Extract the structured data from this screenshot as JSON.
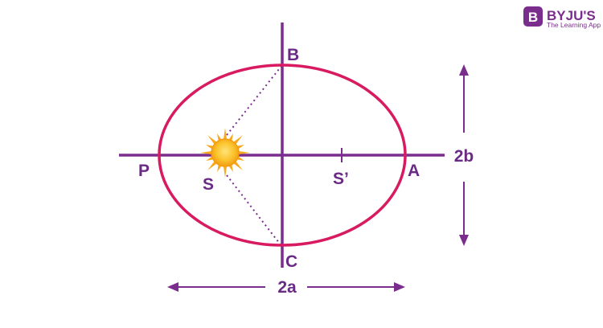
{
  "brand": {
    "name": "BYJU'S",
    "tagline": "The Learning App",
    "logo_letter": "B"
  },
  "labels": {
    "P": "P",
    "A": "A",
    "B": "B",
    "C": "C",
    "S": "S",
    "S_prime": "S’",
    "width": "2a",
    "height": "2b"
  },
  "colors": {
    "ellipse": "#d81b60",
    "axis": "#7b2d8e",
    "label": "#6a2b85",
    "sun": "#f7a81b",
    "sun_core": "#fbc32c",
    "brand": "#7b2d8e"
  },
  "icons": {
    "sun": "sun-icon",
    "logo": "byjus-logo-icon"
  }
}
